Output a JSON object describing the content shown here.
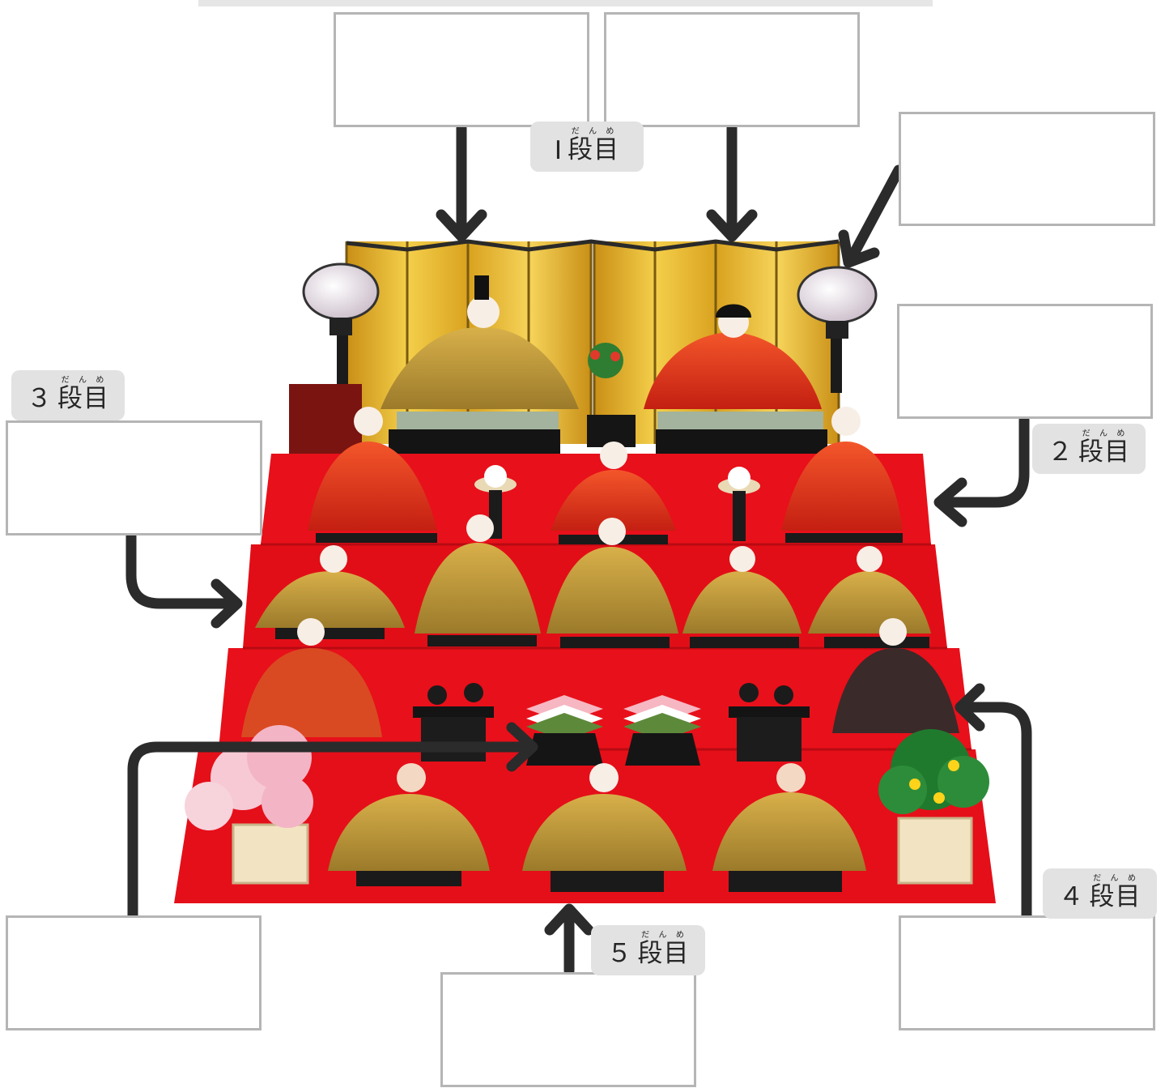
{
  "tiers": [
    {
      "num": "Ⅰ",
      "word": "段目",
      "reading": "だんめ"
    },
    {
      "num": "２",
      "word": "段目",
      "reading": "だんめ"
    },
    {
      "num": "３",
      "word": "段目",
      "reading": "だんめ"
    },
    {
      "num": "４",
      "word": "段目",
      "reading": "だんめ"
    },
    {
      "num": "５",
      "word": "段目",
      "reading": "だんめ"
    }
  ],
  "colors": {
    "carpet": "#e8101a",
    "carpet_shadow": "#b80a12",
    "gold_screen": "#e9b52b",
    "box_border": "#b5b5b5",
    "arrow": "#2b2b2b",
    "label_bg": "#e2e2e2"
  },
  "icons": [
    "lantern-icon",
    "folding-screen-icon",
    "doll-icon",
    "cherry-tree-icon",
    "orange-tree-icon",
    "diamond-cake-icon",
    "arrow-icon"
  ]
}
